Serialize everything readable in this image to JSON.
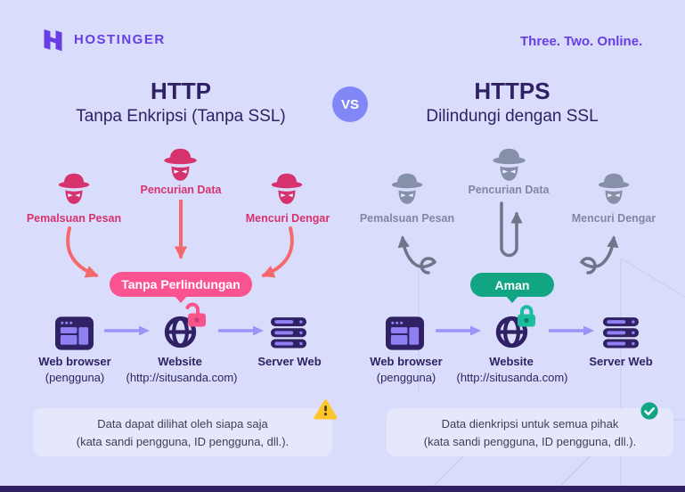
{
  "colors": {
    "background": "#D9DDFB",
    "brand_purple": "#673DE6",
    "dark_navy": "#2F2163",
    "threat_pink": "#D6336E",
    "arrow_salmon": "#F5696C",
    "badge_pink": "#FA5390",
    "threat_gray": "#8790A9",
    "arrow_gray": "#6F7689",
    "badge_green": "#12A584",
    "lock_green": "#1BBD9E",
    "lock_pink": "#F8538B",
    "flow_arrow_purple": "#9D92F8",
    "note_bg": "#E5E8FD",
    "vs_bg": "#8287F8",
    "warning_yellow": "#FFC62B"
  },
  "header": {
    "brand": "HOSTINGER",
    "tagline": "Three. Two. Online."
  },
  "vs_label": "VS",
  "panels": {
    "http": {
      "title": "HTTP",
      "subtitle": "Tanpa Enkripsi (Tanpa SSL)",
      "threats": [
        "Pemalsuan Pesan",
        "Pencurian Data",
        "Mencuri Dengar"
      ],
      "badge": "Tanpa Perlindungan",
      "nodes": [
        {
          "label": "Web browser",
          "sublabel": "(pengguna)"
        },
        {
          "label": "Website",
          "sublabel": "(http://situsanda.com)"
        },
        {
          "label": "Server Web",
          "sublabel": ""
        }
      ],
      "note": {
        "line1": "Data dapat dilihat oleh siapa saja",
        "line2": "(kata sandi pengguna, ID pengguna, dll.).",
        "icon": "warning-icon"
      }
    },
    "https": {
      "title": "HTTPS",
      "subtitle": "Dilindungi dengan SSL",
      "threats": [
        "Pemalsuan Pesan",
        "Pencurian Data",
        "Mencuri Dengar"
      ],
      "badge": "Aman",
      "nodes": [
        {
          "label": "Web browser",
          "sublabel": "(pengguna)"
        },
        {
          "label": "Website",
          "sublabel": "(http://situsanda.com)"
        },
        {
          "label": "Server Web",
          "sublabel": ""
        }
      ],
      "note": {
        "line1": "Data dienkripsi untuk semua pihak",
        "line2": "(kata sandi pengguna, ID pengguna, dll.).",
        "icon": "check-icon"
      }
    }
  }
}
